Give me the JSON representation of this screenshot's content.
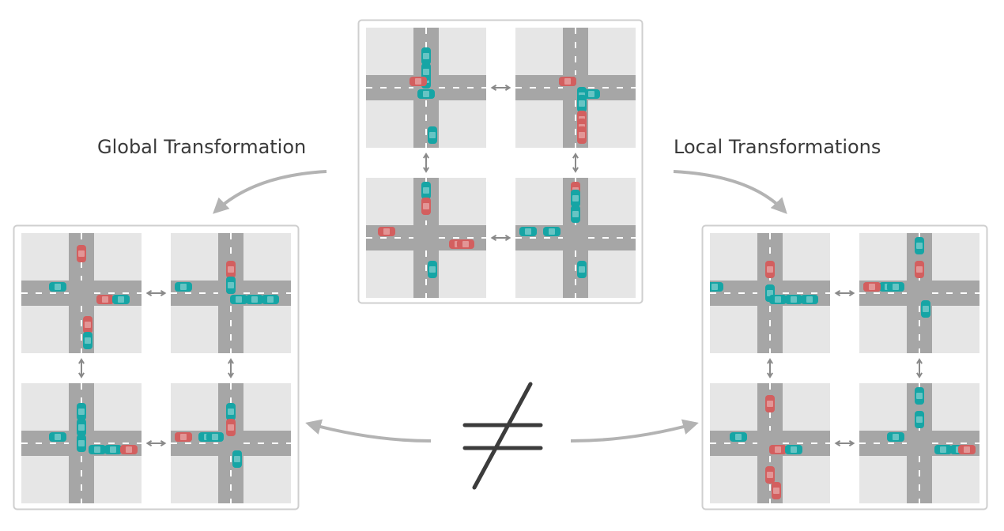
{
  "labels": {
    "global": "Global Transformation",
    "local": "Local Transformations"
  },
  "colors": {
    "car_red": "#d35f5f",
    "car_teal": "#16a5a5",
    "road": "#a6a6a6",
    "block": "#e6e6e6",
    "frame": "#cfcfcf",
    "arrow": "#b3b3b3",
    "symbol": "#3c3c3c"
  },
  "icons": {
    "horizontal_pair": "left-right-arrow-icon",
    "vertical_pair": "up-down-arrow-icon",
    "relation": "not-equal-icon"
  },
  "panels": [
    {
      "name": "original",
      "tiles": [
        [
          [
            "v",
            "c",
            -10,
            "t"
          ],
          [
            "v",
            "c",
            -20,
            "t"
          ],
          [
            "v",
            "c",
            -40,
            "t"
          ],
          [
            "h",
            "l",
            -10,
            "r"
          ],
          [
            "h",
            "r",
            0,
            "t"
          ],
          [
            "v",
            "r",
            60,
            "t"
          ]
        ],
        [
          [
            "h",
            "l",
            -10,
            "t"
          ],
          [
            "h",
            "l",
            -10,
            "r"
          ],
          [
            "h",
            "r",
            20,
            "t"
          ],
          [
            "v",
            "r",
            10,
            "t"
          ],
          [
            "v",
            "r",
            20,
            "t"
          ],
          [
            "v",
            "r",
            40,
            "r"
          ],
          [
            "v",
            "r",
            50,
            "r"
          ],
          [
            "v",
            "r",
            60,
            "r"
          ]
        ],
        [
          [
            "v",
            "c",
            -60,
            "t"
          ],
          [
            "v",
            "c",
            -40,
            "r"
          ],
          [
            "h",
            "l",
            -50,
            "r"
          ],
          [
            "h",
            "r",
            40,
            "r"
          ],
          [
            "h",
            "r",
            50,
            "r"
          ],
          [
            "v",
            "r",
            40,
            "t"
          ]
        ],
        [
          [
            "v",
            "c",
            -60,
            "r"
          ],
          [
            "v",
            "c",
            -50,
            "t"
          ],
          [
            "v",
            "c",
            -30,
            "t"
          ],
          [
            "h",
            "l",
            -60,
            "t"
          ],
          [
            "h",
            "l",
            -30,
            "t"
          ],
          [
            "v",
            "r",
            40,
            "t"
          ]
        ]
      ]
    },
    {
      "name": "global",
      "tiles": [
        [
          [
            "v",
            "c",
            -50,
            "r"
          ],
          [
            "h",
            "l",
            -30,
            "t"
          ],
          [
            "h",
            "r",
            30,
            "r"
          ],
          [
            "h",
            "r",
            50,
            "t"
          ],
          [
            "v",
            "r",
            40,
            "r"
          ],
          [
            "v",
            "r",
            60,
            "t"
          ]
        ],
        [
          [
            "v",
            "c",
            -30,
            "r"
          ],
          [
            "v",
            "c",
            -10,
            "r"
          ],
          [
            "h",
            "l",
            -60,
            "t"
          ],
          [
            "h",
            "r",
            10,
            "t"
          ],
          [
            "h",
            "r",
            30,
            "t"
          ],
          [
            "h",
            "r",
            50,
            "t"
          ],
          [
            "v",
            "c",
            -10,
            "t"
          ]
        ],
        [
          [
            "v",
            "c",
            -40,
            "t"
          ],
          [
            "v",
            "c",
            -20,
            "t"
          ],
          [
            "v",
            "c",
            0,
            "t"
          ],
          [
            "h",
            "l",
            -30,
            "t"
          ],
          [
            "h",
            "r",
            20,
            "t"
          ],
          [
            "h",
            "r",
            40,
            "t"
          ],
          [
            "h",
            "r",
            60,
            "r"
          ]
        ],
        [
          [
            "v",
            "c",
            -40,
            "t"
          ],
          [
            "v",
            "c",
            -20,
            "r"
          ],
          [
            "h",
            "l",
            -60,
            "r"
          ],
          [
            "h",
            "l",
            -30,
            "t"
          ],
          [
            "h",
            "l",
            -60,
            "r"
          ],
          [
            "v",
            "r",
            20,
            "t"
          ],
          [
            "h",
            "l",
            -20,
            "t"
          ]
        ]
      ]
    },
    {
      "name": "local",
      "tiles": [
        [
          [
            "v",
            "c",
            -30,
            "r"
          ],
          [
            "v",
            "c",
            0,
            "t"
          ],
          [
            "h",
            "l",
            -70,
            "t"
          ],
          [
            "h",
            "r",
            10,
            "t"
          ],
          [
            "h",
            "r",
            30,
            "t"
          ],
          [
            "h",
            "r",
            50,
            "t"
          ]
        ],
        [
          [
            "h",
            "l",
            -60,
            "r"
          ],
          [
            "h",
            "l",
            -40,
            "t"
          ],
          [
            "h",
            "l",
            -60,
            "r"
          ],
          [
            "h",
            "l",
            -30,
            "t"
          ],
          [
            "v",
            "c",
            -60,
            "t"
          ],
          [
            "v",
            "c",
            -30,
            "r"
          ],
          [
            "v",
            "r",
            20,
            "t"
          ]
        ],
        [
          [
            "v",
            "c",
            -50,
            "r"
          ],
          [
            "v",
            "c",
            40,
            "r"
          ],
          [
            "v",
            "r",
            60,
            "r"
          ],
          [
            "h",
            "l",
            -40,
            "t"
          ],
          [
            "h",
            "r",
            10,
            "r"
          ],
          [
            "h",
            "r",
            30,
            "t"
          ]
        ],
        [
          [
            "v",
            "c",
            -60,
            "t"
          ],
          [
            "v",
            "c",
            -30,
            "t"
          ],
          [
            "h",
            "l",
            -30,
            "t"
          ],
          [
            "h",
            "r",
            30,
            "t"
          ],
          [
            "h",
            "r",
            50,
            "t"
          ],
          [
            "h",
            "r",
            60,
            "r"
          ]
        ]
      ]
    }
  ]
}
